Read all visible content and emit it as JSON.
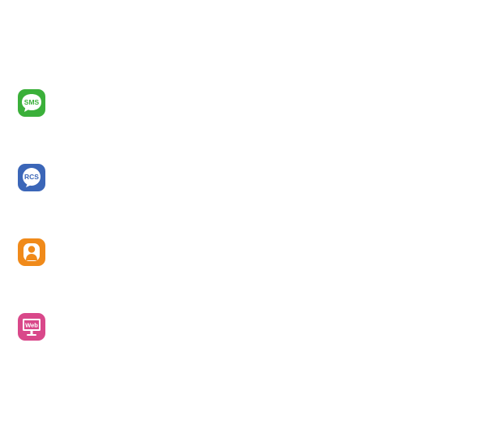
{
  "icons": [
    {
      "id": "sms",
      "label": "SMS",
      "icon": "sms-bubble-icon",
      "color": "#3bb03a"
    },
    {
      "id": "rcs",
      "label": "RCS",
      "icon": "rcs-bubble-icon",
      "color": "#3b66b8"
    },
    {
      "id": "contact",
      "label": "",
      "icon": "person-icon",
      "color": "#f08a1a"
    },
    {
      "id": "web",
      "label": "Web",
      "icon": "web-monitor-icon",
      "color": "#d9488a"
    }
  ]
}
